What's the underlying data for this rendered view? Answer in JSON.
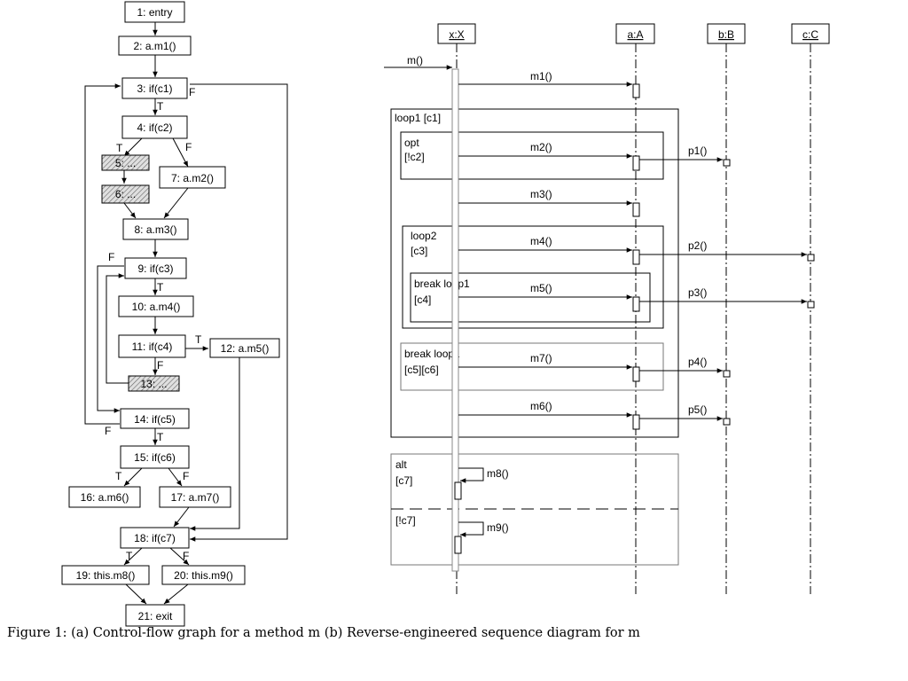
{
  "cfg": {
    "nodes": [
      {
        "label": "1: entry"
      },
      {
        "label": "2: a.m1()"
      },
      {
        "label": "3: if(c1)"
      },
      {
        "label": "4: if(c2)"
      },
      {
        "label": "5: ..."
      },
      {
        "label": "6: ..."
      },
      {
        "label": "7: a.m2()"
      },
      {
        "label": "8: a.m3()"
      },
      {
        "label": "9: if(c3)"
      },
      {
        "label": "10: a.m4()"
      },
      {
        "label": "11: if(c4)"
      },
      {
        "label": "12: a.m5()"
      },
      {
        "label": "13: ..."
      },
      {
        "label": "14: if(c5)"
      },
      {
        "label": "15: if(c6)"
      },
      {
        "label": "16: a.m6()"
      },
      {
        "label": "17: a.m7()"
      },
      {
        "label": "18: if(c7)"
      },
      {
        "label": "19: this.m8()"
      },
      {
        "label": "20: this.m9()"
      },
      {
        "label": "21: exit"
      }
    ],
    "edge_labels": {
      "t": "T",
      "f": "F"
    }
  },
  "seq": {
    "lifelines": [
      {
        "label": "x:X"
      },
      {
        "label": "a:A"
      },
      {
        "label": "b:B"
      },
      {
        "label": "c:C"
      }
    ],
    "messages": {
      "m": "m()",
      "m1": "m1()",
      "m2": "m2()",
      "m3": "m3()",
      "m4": "m4()",
      "m5": "m5()",
      "m7": "m7()",
      "m6": "m6()",
      "m8": "m8()",
      "m9": "m9()",
      "p1": "p1()",
      "p2": "p2()",
      "p3": "p3()",
      "p4": "p4()",
      "p5": "p5()"
    },
    "fragments": {
      "loop1_op": "loop1 [c1]",
      "opt_op": "opt",
      "opt_guard": "[!c2]",
      "loop2_op": "loop2",
      "loop2_guard": "[c3]",
      "break1_op": "break loop1",
      "break1_guard": "[c4]",
      "break2_op": "break loop1",
      "break2_guard": "[c5][c6]",
      "alt_op": "alt",
      "alt_guard1": "[c7]",
      "alt_guard2": "[!c7]"
    }
  },
  "caption": "Figure 1: (a) Control-flow graph for a method m  (b) Reverse-engineered sequence diagram for m"
}
